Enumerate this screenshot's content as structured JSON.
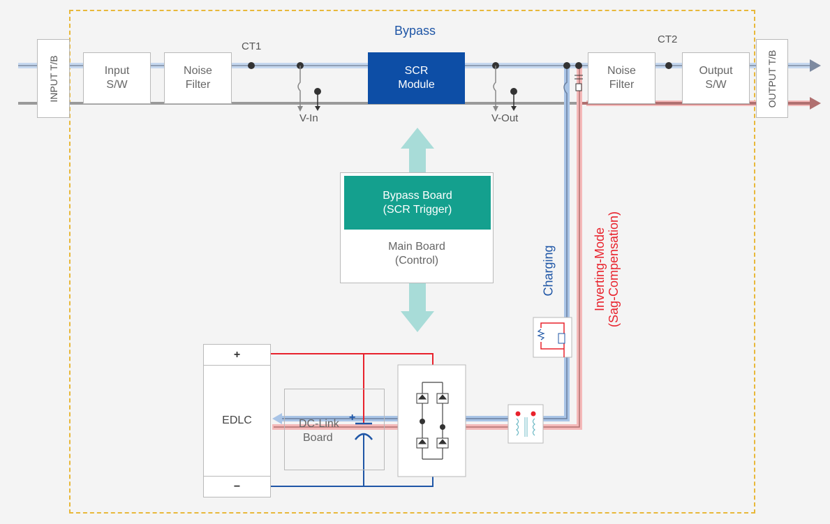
{
  "title": "Bypass",
  "input_tb": "INPUT T/B",
  "output_tb": "OUTPUT T/B",
  "input_sw": [
    "Input",
    "S/W"
  ],
  "noise_filter_1": [
    "Noise",
    "Filter"
  ],
  "ct1": "CT1",
  "scr_module": [
    "SCR",
    "Module"
  ],
  "v_in": "V-In",
  "v_out": "V-Out",
  "ct2": "CT2",
  "noise_filter_2": [
    "Noise",
    "Filter"
  ],
  "output_sw": [
    "Output",
    "S/W"
  ],
  "bypass_board": [
    "Bypass Board",
    "(SCR Trigger)"
  ],
  "main_board": [
    "Main Board",
    "(Control)"
  ],
  "charging": "Charging",
  "inverting": [
    "Inverting-Mode",
    "(Sag-Compensation)"
  ],
  "edlc": {
    "plus": "+",
    "label": "EDLC",
    "minus": "−"
  },
  "dc_link": [
    "DC-Link",
    "Board"
  ],
  "colors": {
    "outline": "#e8b83a",
    "scr": "#0d4ea6",
    "bypass_board": "#14a08e",
    "arrow": "#a8dcd8",
    "charging_path": "#a9c4e6",
    "inverting_path": "#f4b9b9",
    "red": "#e8222c",
    "blue": "#1f56a6"
  }
}
